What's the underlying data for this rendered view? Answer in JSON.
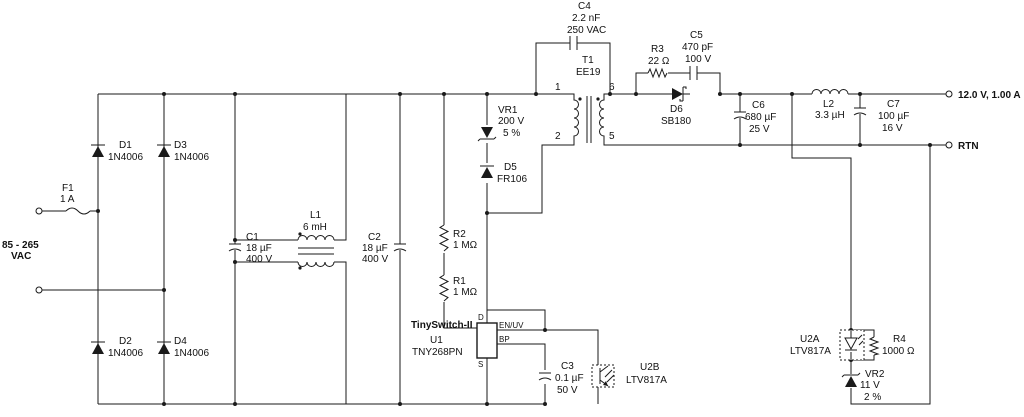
{
  "input": {
    "label_range": "85 - 265",
    "label_unit": "VAC"
  },
  "fuse": {
    "ref": "F1",
    "value": "1 A"
  },
  "d1": {
    "ref": "D1",
    "part": "1N4006"
  },
  "d2": {
    "ref": "D2",
    "part": "1N4006"
  },
  "d3": {
    "ref": "D3",
    "part": "1N4006"
  },
  "d4": {
    "ref": "D4",
    "part": "1N4006"
  },
  "c1": {
    "ref": "C1",
    "value": "18 µF",
    "rating": "400 V"
  },
  "l1": {
    "ref": "L1",
    "value": "6 mH"
  },
  "c2": {
    "ref": "C2",
    "value": "18 µF",
    "rating": "400 V"
  },
  "r1": {
    "ref": "R1",
    "value": "1 MΩ"
  },
  "r2": {
    "ref": "R2",
    "value": "1 MΩ"
  },
  "u1": {
    "family": "TinySwitch-II",
    "ref": "U1",
    "part": "TNY268PN",
    "pin_d": "D",
    "pin_s": "S",
    "pin_en": "EN/UV",
    "pin_bp": "BP"
  },
  "c3": {
    "ref": "C3",
    "value": "0.1 µF",
    "rating": "50 V"
  },
  "u2b": {
    "ref": "U2B",
    "part": "LTV817A"
  },
  "vr1": {
    "ref": "VR1",
    "value": "200 V",
    "tolerance": "5 %"
  },
  "d5": {
    "ref": "D5",
    "part": "FR106"
  },
  "c4": {
    "ref": "C4",
    "value": "2.2 nF",
    "rating": "250 VAC"
  },
  "t1": {
    "ref": "T1",
    "core": "EE19",
    "pin1": "1",
    "pin2": "2",
    "pin5": "5",
    "pin6": "6"
  },
  "r3": {
    "ref": "R3",
    "value": "22 Ω"
  },
  "c5": {
    "ref": "C5",
    "value": "470 pF",
    "rating": "100 V"
  },
  "d6": {
    "ref": "D6",
    "part": "SB180"
  },
  "c6": {
    "ref": "C6",
    "value": "680 µF",
    "rating": "25 V"
  },
  "l2": {
    "ref": "L2",
    "value": "3.3 µH"
  },
  "c7": {
    "ref": "C7",
    "value": "100 µF",
    "rating": "16 V"
  },
  "output": {
    "positive": "12.0 V, 1.00 A",
    "return": "RTN"
  },
  "u2a": {
    "ref": "U2A",
    "part": "LTV817A"
  },
  "r4": {
    "ref": "R4",
    "value": "1000 Ω"
  },
  "vr2": {
    "ref": "VR2",
    "value": "11 V",
    "tolerance": "2 %"
  }
}
